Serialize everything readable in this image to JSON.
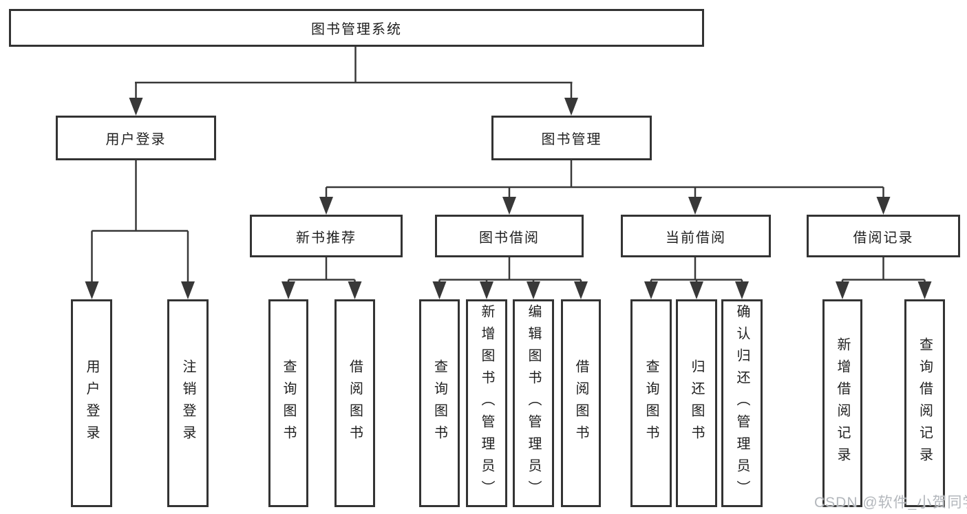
{
  "tree": {
    "label": "图书管理系统",
    "children": [
      {
        "label": "用户登录",
        "children": [
          {
            "label": "用户登录"
          },
          {
            "label": "注销登录"
          }
        ]
      },
      {
        "label": "图书管理",
        "children": [
          {
            "label": "新书推荐",
            "children": [
              {
                "label": "查询图书"
              },
              {
                "label": "借阅图书"
              }
            ]
          },
          {
            "label": "图书借阅",
            "children": [
              {
                "label": "查询图书"
              },
              {
                "label": "新增图书（管理员）"
              },
              {
                "label": "编辑图书（管理员）"
              },
              {
                "label": "借阅图书"
              }
            ]
          },
          {
            "label": "当前借阅",
            "children": [
              {
                "label": "查询图书"
              },
              {
                "label": "归还图书"
              },
              {
                "label": "确认归还（管理员）"
              }
            ]
          },
          {
            "label": "借阅记录",
            "children": [
              {
                "label": "新增借阅记录"
              },
              {
                "label": "查询借阅记录"
              }
            ]
          }
        ]
      }
    ]
  },
  "watermark": "CSDN @软件_小贺同学",
  "colors": {
    "line": "#383838",
    "border": "#333333",
    "text": "#1f1f1f",
    "background": "#ffffff",
    "watermark": "#b3b7bc"
  }
}
